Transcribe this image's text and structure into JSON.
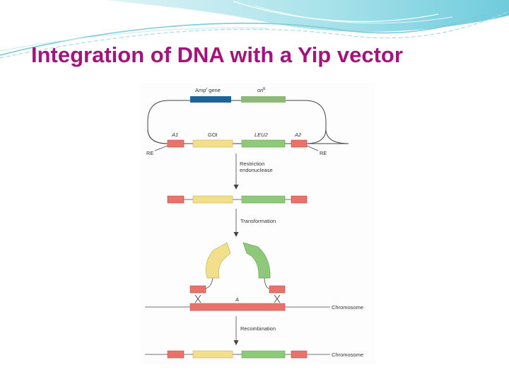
{
  "slide": {
    "title": "Integration of DNA with a Yip vector"
  },
  "diagram": {
    "colors": {
      "title": "#a3157d",
      "amp_gene": "#1f6496",
      "ori": "#8cb978",
      "goi": "#f2df8c",
      "leu2": "#8ec97a",
      "a_region": "#e8736b",
      "line": "#444444",
      "banner_teal": "#7ed3e0"
    },
    "plasmid": {
      "amp_label": "Amp",
      "amp_sup": "r",
      "amp_suffix": " gene",
      "ori_label": "ori",
      "ori_sup": "E",
      "a1_label": "A1",
      "goi_label": "GOI",
      "leu2_label": "LEU2",
      "a2_label": "A2",
      "re_left_label": "RE",
      "re_right_label": "RE"
    },
    "steps": {
      "restriction_line1": "Restriction",
      "restriction_line2": "endonuclease",
      "transformation": "Transformation",
      "recombination": "Recombination"
    },
    "chromosome": {
      "a_label": "A",
      "label_1": "Chromosome",
      "label_2": "Chromosome"
    }
  }
}
